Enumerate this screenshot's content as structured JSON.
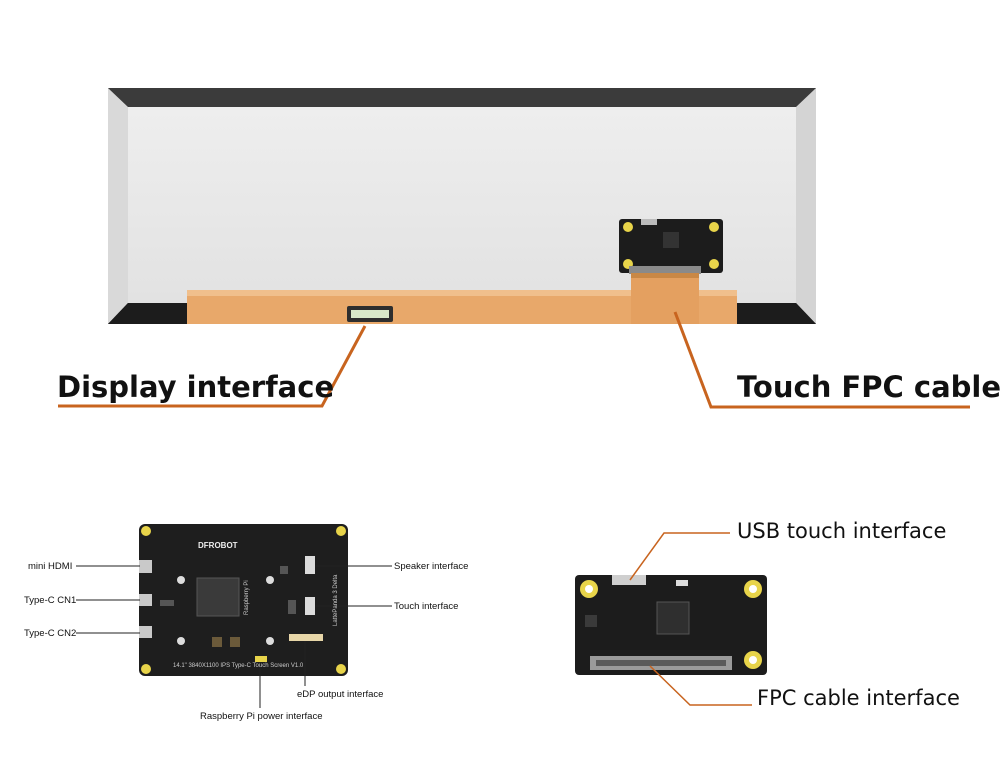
{
  "callouts": {
    "display_interface": "Display interface",
    "touch_fpc_cable": "Touch FPC cable"
  },
  "driver_board": {
    "brand": "DFROBOT",
    "board_text": "14.1\" 3840X1100 IPS Type-C Touch Screen V1.0",
    "side_text_1": "Raspberry Pi",
    "side_text_2": "LattePanda 3 Delta",
    "labels": {
      "mini_hdmi": "mini HDMI",
      "type_c_cn1": "Type-C CN1",
      "type_c_cn2": "Type-C CN2",
      "speaker": "Speaker interface",
      "touch": "Touch interface",
      "edp": "eDP output interface",
      "rpi_power": "Raspberry Pi power interface"
    }
  },
  "touch_board": {
    "labels": {
      "usb_touch": "USB touch interface",
      "fpc_cable": "FPC cable interface"
    }
  },
  "colors": {
    "callout_line": "#c8641f",
    "fpc_orange": "#e8a86a",
    "pcb_black": "#1e1e1e",
    "screen_gray": "#e7e7e7",
    "bezel": "#2b2b2b",
    "gold_pad": "#e8d44a"
  }
}
